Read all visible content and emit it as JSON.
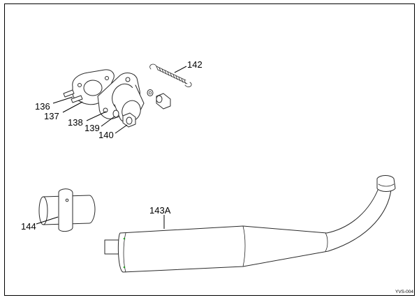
{
  "accent_color": "#2ca02c",
  "callouts": {
    "c136": "136",
    "c137": "137",
    "c138": "138",
    "c139": "139",
    "c140": "140",
    "c142": "142",
    "c143a": "143A",
    "c144": "144"
  },
  "reference_code": "YVS-004"
}
